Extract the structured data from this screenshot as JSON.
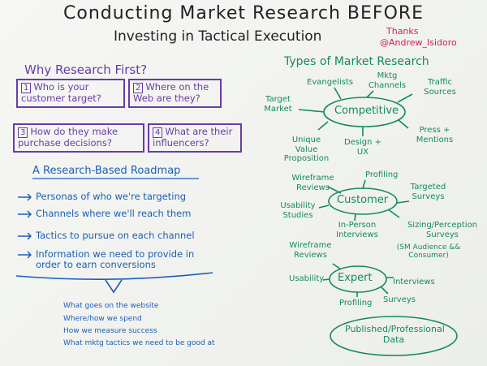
{
  "title": "Conducting Market Research BEFORE",
  "subtitle": "Investing in Tactical Execution",
  "credit": {
    "thanks": "Thanks",
    "handle": "@Andrew_Isidoro"
  },
  "left": {
    "heading": "Why Research First?",
    "questions": [
      {
        "num": "1",
        "text": "Who is your customer target?"
      },
      {
        "num": "2",
        "text": "Where on the Web are they?"
      },
      {
        "num": "3",
        "text": "How do they make purchase decisions?"
      },
      {
        "num": "4",
        "text": "What are their influencers?"
      }
    ],
    "roadmap_heading": "A Research-Based Roadmap",
    "roadmap": [
      "Personas of who we're targeting",
      "Channels where we'll reach them",
      "Tactics to pursue on each channel",
      "Information we need to provide in order to earn conversions"
    ],
    "bullets": [
      "What goes on the website",
      "Where/how we spend",
      "How we measure success",
      "What mktg tactics we need to be good at"
    ]
  },
  "right": {
    "heading": "Types of Market Research",
    "competitive": {
      "label": "Competitive",
      "items": [
        "Evangelists",
        "Mktg Channels",
        "Traffic Sources",
        "Target Market",
        "Press + Mentions",
        "Unique Value Proposition",
        "Design + UX"
      ]
    },
    "customer": {
      "label": "Customer",
      "items": [
        "Wireframe Reviews",
        "Profiling",
        "Targeted Surveys",
        "Usability Studies",
        "In-Person Interviews",
        "Sizing/Perception Surveys",
        "(SM Audience && Consumer)"
      ]
    },
    "expert": {
      "label": "Expert",
      "items": [
        "Wireframe Reviews",
        "Usability",
        "Interviews",
        "Profiling",
        "Surveys"
      ]
    },
    "published": "Published/Professional Data"
  },
  "colors": {
    "purple": "#6a3aa8",
    "blue": "#1b5eb5",
    "green": "#138a5e",
    "red": "#d2204c"
  }
}
